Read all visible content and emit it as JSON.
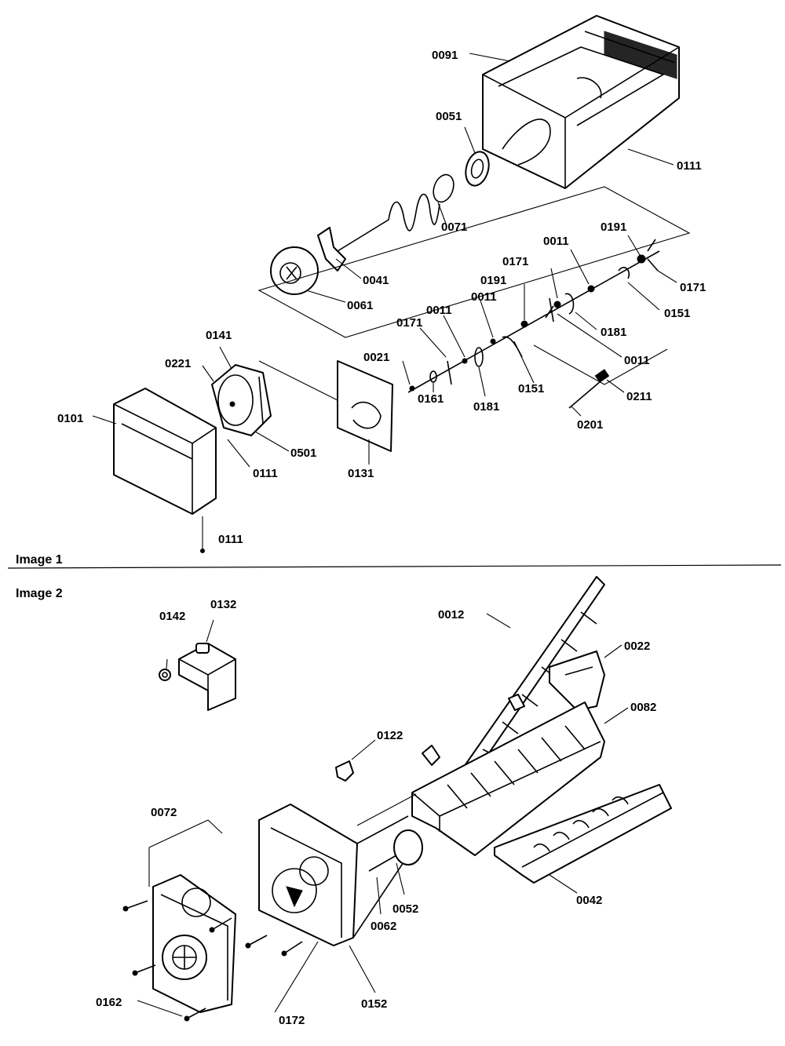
{
  "sections": [
    {
      "title": "Image 1"
    },
    {
      "title": "Image 2"
    }
  ],
  "callouts_image1": [
    {
      "label": "0091"
    },
    {
      "label": "0051"
    },
    {
      "label": "0111"
    },
    {
      "label": "0071"
    },
    {
      "label": "0041"
    },
    {
      "label": "0061"
    },
    {
      "label": "0011"
    },
    {
      "label": "0191"
    },
    {
      "label": "0171"
    },
    {
      "label": "0171"
    },
    {
      "label": "0191"
    },
    {
      "label": "0151"
    },
    {
      "label": "0011"
    },
    {
      "label": "0181"
    },
    {
      "label": "0171"
    },
    {
      "label": "0011"
    },
    {
      "label": "0011"
    },
    {
      "label": "0141"
    },
    {
      "label": "0221"
    },
    {
      "label": "0021"
    },
    {
      "label": "0151"
    },
    {
      "label": "0211"
    },
    {
      "label": "0101"
    },
    {
      "label": "0161"
    },
    {
      "label": "0181"
    },
    {
      "label": "0201"
    },
    {
      "label": "0501"
    },
    {
      "label": "0111"
    },
    {
      "label": "0131"
    },
    {
      "label": "0111"
    }
  ],
  "callouts_image2": [
    {
      "label": "0142"
    },
    {
      "label": "0132"
    },
    {
      "label": "0012"
    },
    {
      "label": "0022"
    },
    {
      "label": "0082"
    },
    {
      "label": "0122"
    },
    {
      "label": "0072"
    },
    {
      "label": "0042"
    },
    {
      "label": "0052"
    },
    {
      "label": "0062"
    },
    {
      "label": "0162"
    },
    {
      "label": "0172"
    },
    {
      "label": "0152"
    }
  ]
}
